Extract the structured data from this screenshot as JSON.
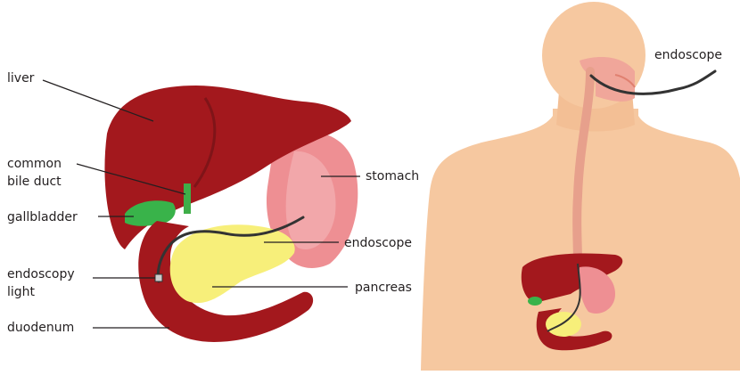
{
  "labels": {
    "liver": "liver",
    "common_bile_duct_line1": "common",
    "common_bile_duct_line2": "bile duct",
    "gallbladder": "gallbladder",
    "endoscopy_light_line1": "endoscopy",
    "endoscopy_light_line2": "light",
    "duodenum": "duodenum",
    "stomach": "stomach",
    "endoscope_inset": "endoscope",
    "pancreas": "pancreas",
    "endoscope_body": "endoscope"
  },
  "colors": {
    "liver": "#a3181d",
    "liver_dark": "#7f1418",
    "stomach": "#ee8f93",
    "stomach_light": "#f4b1b4",
    "duodenum": "#a3181d",
    "pancreas": "#f7ef7a",
    "gallbladder": "#39b34a",
    "bile_duct": "#3fae49",
    "endoscope": "#333333",
    "skin": "#f6c8a0",
    "esophagus": "#e7a08c",
    "text": "#231f20"
  }
}
